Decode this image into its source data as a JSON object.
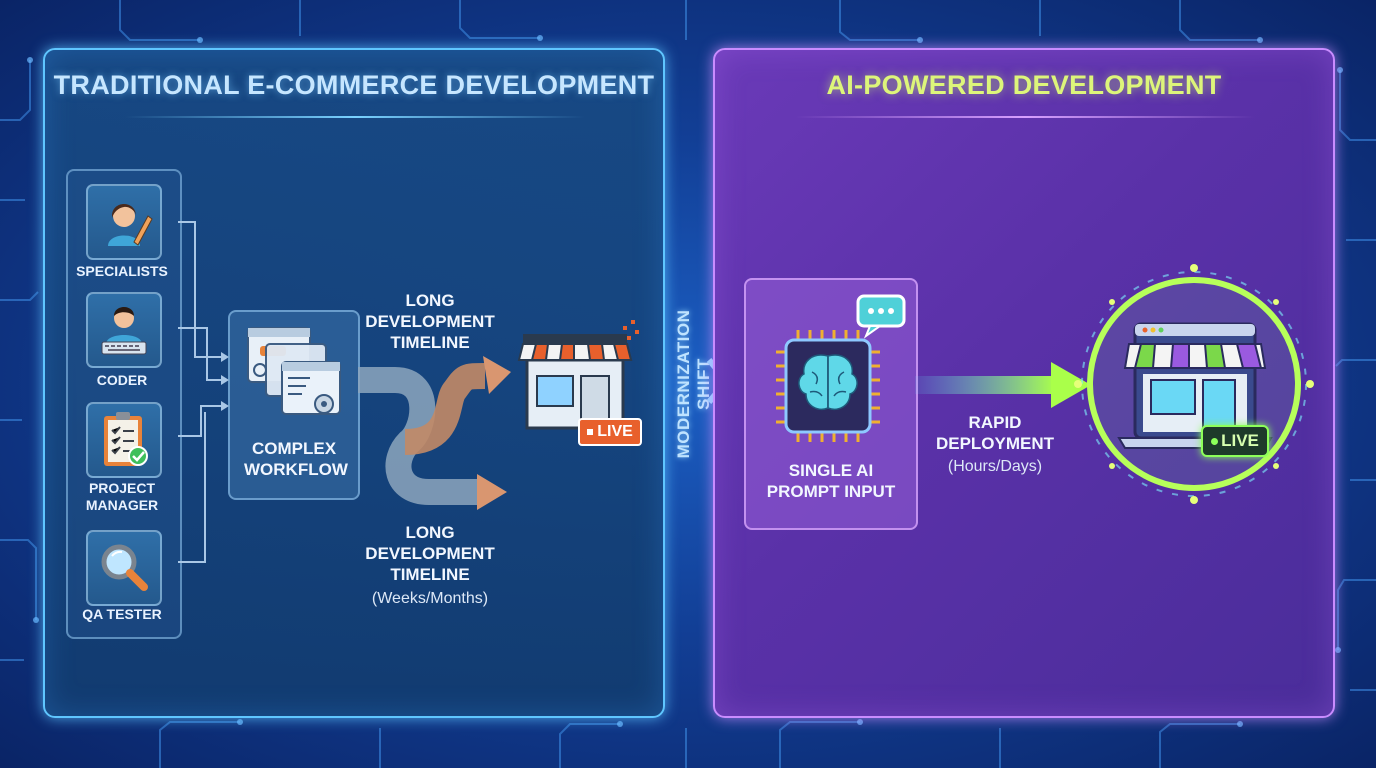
{
  "left_panel": {
    "title": "TRADITIONAL E-COMMERCE DEVELOPMENT",
    "roles": [
      {
        "label": "SPECIALISTS",
        "icon": "specialist-icon"
      },
      {
        "label": "CODER",
        "icon": "coder-icon"
      },
      {
        "label": "PROJECT MANAGER",
        "icon": "clipboard-icon"
      },
      {
        "label": "QA TESTER",
        "icon": "magnifier-icon"
      }
    ],
    "workflow_label": "COMPLEX WORKFLOW",
    "timeline_top_label": "LONG DEVELOPMENT TIMELINE",
    "timeline_bottom_label": "LONG DEVELOPMENT TIMELINE",
    "timeline_duration": "(Weeks/Months)",
    "live_badge": "LIVE"
  },
  "divider": {
    "label": "MODERNIZATION SHIFT"
  },
  "right_panel": {
    "title": "AI-POWERED DEVELOPMENT",
    "prompt_label": "SINGLE AI PROMPT INPUT",
    "deployment_label": "RAPID DEPLOYMENT",
    "deployment_duration": "(Hours/Days)",
    "live_badge": "LIVE"
  },
  "colors": {
    "left_border": "#5fc6ff",
    "right_border": "#c98cff",
    "right_title": "#ddf57a",
    "live_orange": "#e8602c",
    "live_green": "#8dff5a"
  }
}
